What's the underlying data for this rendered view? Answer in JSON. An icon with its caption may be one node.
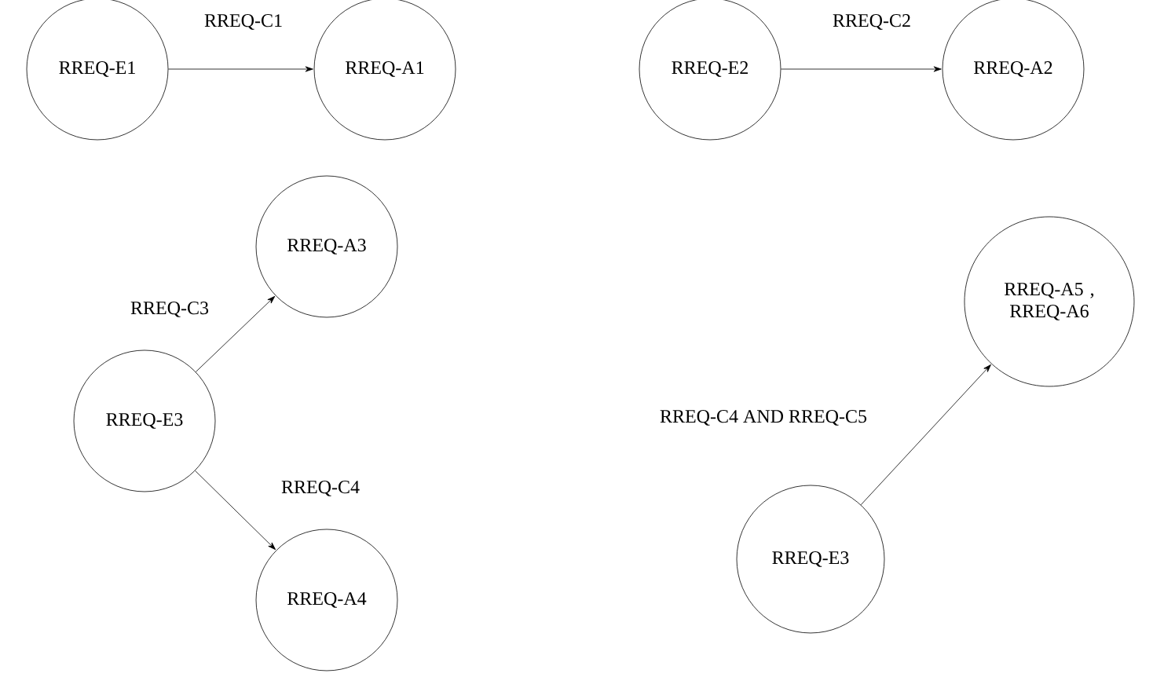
{
  "diagram": {
    "nodes": [
      {
        "text": [
          "RREQ-E1"
        ]
      },
      {
        "text": [
          "RREQ-A1"
        ]
      },
      {
        "text": [
          "RREQ-E2"
        ]
      },
      {
        "text": [
          "RREQ-A2"
        ]
      },
      {
        "text": [
          "RREQ-A3"
        ]
      },
      {
        "text": [
          "RREQ-E3"
        ]
      },
      {
        "text": [
          "RREQ-A4"
        ]
      },
      {
        "text": [
          "RREQ-A5 , RREQ-A6"
        ]
      },
      {
        "text": [
          "RREQ-E3"
        ]
      }
    ],
    "edges": [
      {
        "from": 0,
        "to": 1,
        "arrow": "to",
        "label": "RREQ-C1"
      },
      {
        "from": 2,
        "to": 3,
        "arrow": "to",
        "label": "RREQ-C2"
      },
      {
        "from": 5,
        "to": 4,
        "arrow": "to",
        "label": "RREQ-C3"
      },
      {
        "from": 5,
        "to": 6,
        "arrow": "to",
        "label": "RREQ-C4"
      },
      {
        "from": 8,
        "to": 7,
        "arrow": "to",
        "label": "RREQ-C4 AND RREQ-C5"
      }
    ]
  }
}
